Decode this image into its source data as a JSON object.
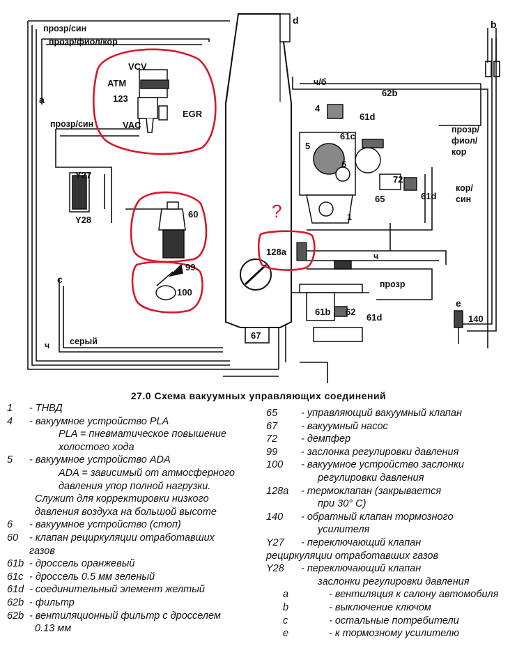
{
  "diagram": {
    "wire_labels": {
      "prozr_sin_top": "прозр/син",
      "prozr_fiol_kor_top": "прозр/фиол/кор",
      "prozr_sin_mid": "прозр/син",
      "ch_b": "ч/б",
      "prozr_fiol_kor_right": "прозр/\nфиол/\nкор",
      "kor_sin": "кор/\nсин",
      "ch_mid": "ч",
      "prozr_low": "прозр",
      "seryi": "серый",
      "ch_bottom": "ч"
    },
    "letters": {
      "a": "a",
      "b": "b",
      "c": "c",
      "d": "d",
      "e": "e"
    },
    "component_labels": {
      "vcv": "VCV",
      "atm": "ATM",
      "n123": "123",
      "vac": "VAC",
      "egr": "EGR",
      "y27": "Y27",
      "y28": "Y28",
      "n60": "60",
      "n99": "99",
      "n100": "100",
      "n4": "4",
      "n5": "5",
      "n6": "6",
      "n1": "1",
      "n61c": "61c",
      "n61d_top": "61d",
      "n62b": "62b",
      "n72": "72",
      "n65": "65",
      "n61d_right": "61d",
      "n128a": "128a",
      "question": "?",
      "n61b": "61b",
      "n62": "62",
      "n61d_low": "61d",
      "n67": "67",
      "n140": "140"
    }
  },
  "caption": "27.0 Схема вакуумных управляющих соединений",
  "legend_left": [
    {
      "key": "1",
      "text": "- ТНВД"
    },
    {
      "key": "4",
      "text": "- вакуумное устройство PLA"
    },
    {
      "cont": "PLA = пневматическое повышение",
      "indent": "ind3"
    },
    {
      "cont": "холостого хода",
      "indent": "ind3"
    },
    {
      "key": "5",
      "text": "- вакуумное устройство ADA"
    },
    {
      "cont": "ADA = зависимый от атмосферного",
      "indent": "ind3"
    },
    {
      "cont": "давления упор полной нагрузки.",
      "indent": "ind3"
    },
    {
      "cont": "Служит для корректировки низкого",
      "indent": "ind1"
    },
    {
      "cont": "давления воздуха на большой высоте",
      "indent": "ind1"
    },
    {
      "key": "6",
      "text": "- вакуумное устройство (стоп)"
    },
    {
      "key": "60",
      "text": "- клапан рециркуляции отработавших"
    },
    {
      "cont": "газов",
      "indent": "ind2"
    },
    {
      "key": "61b",
      "text": "- дроссель оранжевый"
    },
    {
      "key": "61c",
      "text": "- дроссель 0.5 мм зеленый"
    },
    {
      "key": "61d",
      "text": "- соединительный элемент желтый"
    },
    {
      "key": "62b",
      "text": "- фильтр"
    },
    {
      "key": "62b",
      "text": "- вентиляционный фильтр с дросселем"
    },
    {
      "cont": "0.13 мм",
      "indent": "ind1"
    }
  ],
  "legend_right": [
    {
      "key": "65",
      "text": "- управляющий вакуумный клапан"
    },
    {
      "key": "67",
      "text": "- вакуумный насос"
    },
    {
      "key": "72",
      "text": "- демпфер"
    },
    {
      "key": "99",
      "text": "- заслонка регулировки давления"
    },
    {
      "key": "100",
      "text": "- вакуумное устройство заслонки"
    },
    {
      "cont": "регулировки давления",
      "indent": "ind3"
    },
    {
      "key": "128a",
      "text": "- термоклапан (закрывается"
    },
    {
      "cont": "при 30° С)",
      "indent": "ind3"
    },
    {
      "key": "140",
      "text": "- обратный клапан тормозного"
    },
    {
      "cont": "усилителя",
      "indent": "ind3"
    },
    {
      "key": "Y27",
      "text": "- переключающий клапан"
    },
    {
      "cont": "рециркуляции отработавших газов",
      "indent": "ind0"
    },
    {
      "key": "Y28",
      "text": "- переключающий клапан"
    },
    {
      "cont": "заслонки регулировки давления",
      "indent": "ind3"
    },
    {
      "key": "a",
      "text": "- вентиляция к салону автомобиля",
      "sub": true
    },
    {
      "key": "b",
      "text": "- выключение ключом",
      "sub": true
    },
    {
      "key": "c",
      "text": "- остальные потребители",
      "sub": true
    },
    {
      "key": "e",
      "text": "- к тормозному усилителю",
      "sub": true
    }
  ]
}
